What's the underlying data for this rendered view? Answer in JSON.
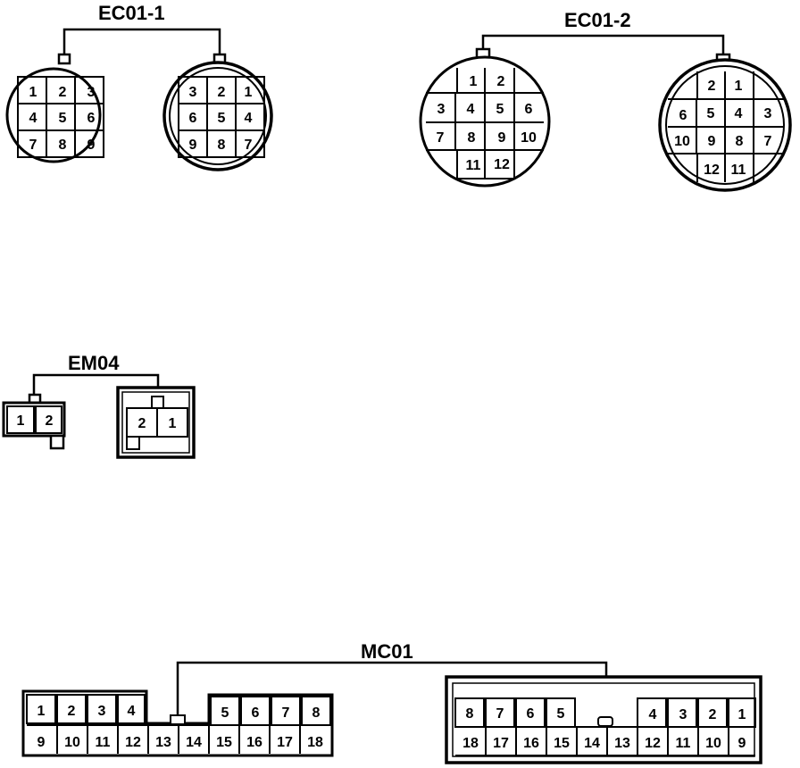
{
  "connectors": {
    "ec01_1": {
      "title": "EC01-1",
      "male_pins": [
        "1",
        "2",
        "3",
        "4",
        "5",
        "6",
        "7",
        "8",
        "9"
      ],
      "female_pins": [
        "3",
        "2",
        "1",
        "6",
        "5",
        "4",
        "9",
        "8",
        "7"
      ]
    },
    "ec01_2": {
      "title": "EC01-2",
      "male_pins": [
        "1",
        "2",
        "3",
        "4",
        "5",
        "6",
        "7",
        "8",
        "9",
        "10",
        "11",
        "12"
      ],
      "female_pins": [
        "2",
        "1",
        "6",
        "5",
        "4",
        "3",
        "10",
        "9",
        "8",
        "7",
        "12",
        "11"
      ]
    },
    "em04": {
      "title": "EM04",
      "male_pins": [
        "1",
        "2"
      ],
      "female_pins": [
        "2",
        "1"
      ]
    },
    "mc01": {
      "title": "MC01",
      "male_top": [
        "1",
        "2",
        "3",
        "4",
        "5",
        "6",
        "7",
        "8"
      ],
      "male_bottom": [
        "9",
        "10",
        "11",
        "12",
        "13",
        "14",
        "15",
        "16",
        "17",
        "18"
      ],
      "female_top": [
        "8",
        "7",
        "6",
        "5",
        "4",
        "3",
        "2",
        "1"
      ],
      "female_bottom": [
        "18",
        "17",
        "16",
        "15",
        "14",
        "13",
        "12",
        "11",
        "10",
        "9"
      ]
    }
  }
}
